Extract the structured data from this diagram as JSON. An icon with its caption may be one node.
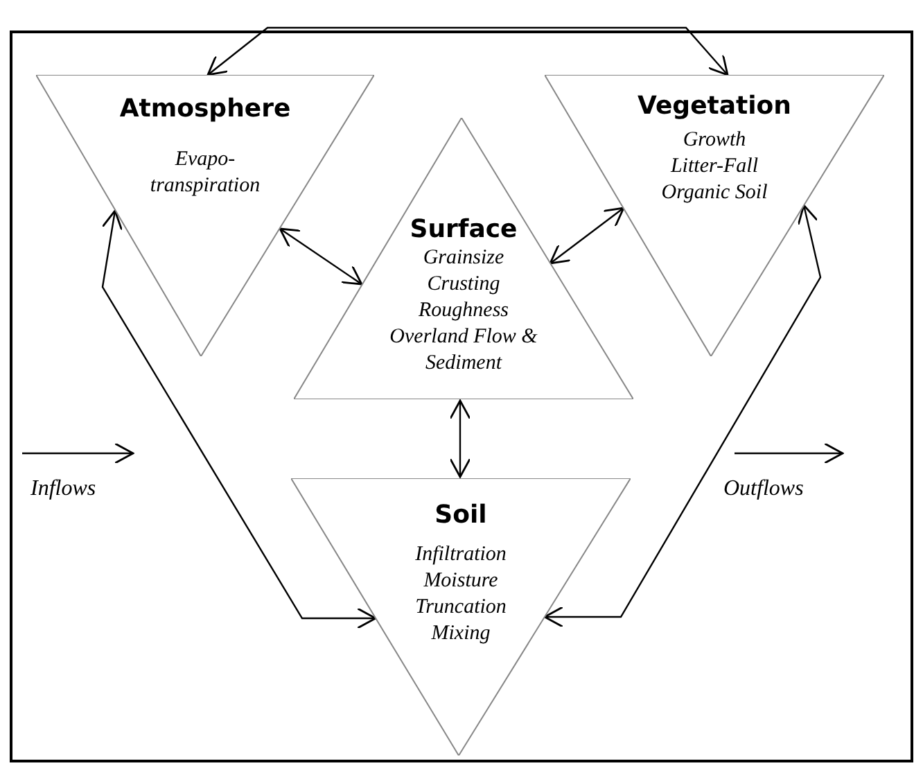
{
  "diagram": {
    "nodes": [
      {
        "text": [
          "Atmosphere",
          "Evapo- transpiration"
        ]
      },
      {
        "text": [
          "Vegetation",
          "Growth Litter-Fall Organic Soil"
        ]
      },
      {
        "text": [
          "Surface",
          "Grainsize Crusting Roughness Overland Flow & Sediment"
        ]
      },
      {
        "text": [
          "Soil",
          "Infiltration Moisture Truncation Mixing"
        ]
      }
    ],
    "edges": [
      {
        "from": 0,
        "to": 1,
        "arrow": "both"
      },
      {
        "from": 0,
        "to": 2,
        "arrow": "both"
      },
      {
        "from": 1,
        "to": 2,
        "arrow": "both"
      },
      {
        "from": 2,
        "to": 3,
        "arrow": "both"
      },
      {
        "from": 0,
        "to": 3,
        "arrow": "both"
      },
      {
        "from": 1,
        "to": 3,
        "arrow": "both"
      }
    ],
    "labels": [
      "Inflows",
      "Outflows"
    ]
  }
}
